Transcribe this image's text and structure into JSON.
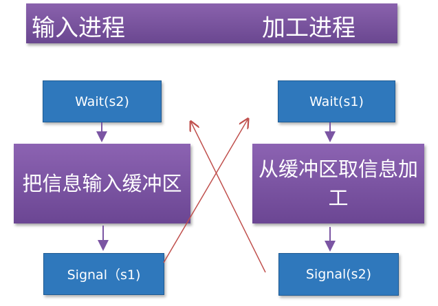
{
  "header": {
    "left_title": "输入进程",
    "right_title": "加工进程"
  },
  "left": {
    "wait": "Wait(s2)",
    "action": "把信息输入缓冲区",
    "signal": "Signal（s1)"
  },
  "right": {
    "wait": "Wait(s1)",
    "action": "从缓冲区取信息加工",
    "signal": "Signal(s2)"
  },
  "colors": {
    "box_blue": "#2f78bc",
    "box_purple": "#7b55a3",
    "cross_arrow": "#c0504d",
    "flow_arrow": "#7b55a3"
  }
}
